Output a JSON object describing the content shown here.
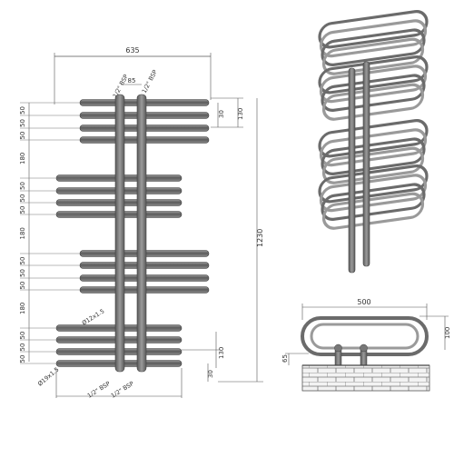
{
  "front_view": {
    "width_dim": "635",
    "height_dim": "1230",
    "pipe_spacing_dim": "85",
    "top_thread_left": "1/2\" BSP",
    "top_thread_right": "1/2\" BSP",
    "bottom_thread_left": "1/2\" BSP",
    "bottom_thread_right": "1/2\" BSP",
    "tube_label_small": "Ø12x1.5",
    "tube_label_large": "Ø19x1.5",
    "top_offset_dim": "30",
    "top_group_dim": "130",
    "bottom_offset_dim": "30",
    "bottom_group_dim": "130",
    "left_dims": [
      "50",
      "50",
      "50",
      "180",
      "50",
      "50",
      "50",
      "180",
      "50",
      "50",
      "50",
      "180",
      "50",
      "50",
      "50"
    ]
  },
  "side_view": {
    "width_dim": "500",
    "height_dim": "100",
    "wall_offset_dim": "65"
  },
  "colors": {
    "tube_dark": "#6e6e6e",
    "tube_light": "#c8c8c8",
    "line": "#555555",
    "brick": "#8a8a8a"
  }
}
